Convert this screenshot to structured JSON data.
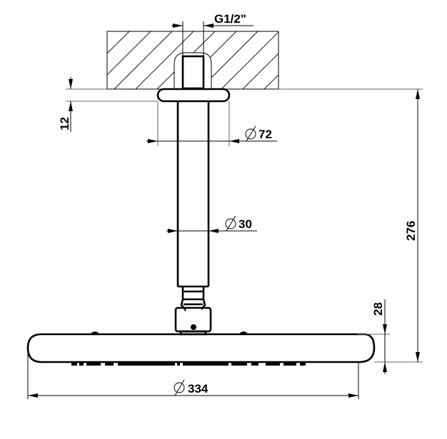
{
  "drawing": {
    "title": "Ceiling-mounted shower head technical drawing",
    "units": "mm",
    "colors": {
      "line": "#000000",
      "background": "#ffffff",
      "extension_line": "#666666"
    }
  },
  "dimensions": {
    "thread": {
      "label": "G1/2\""
    },
    "flange_thickness": {
      "label": "12"
    },
    "flange_diameter": {
      "symbol": "⌀",
      "value": "72"
    },
    "arm_diameter": {
      "symbol": "⌀",
      "value": "30"
    },
    "total_height": {
      "label": "276"
    },
    "head_thickness": {
      "label": "28"
    },
    "head_diameter": {
      "symbol": "⌀",
      "value": "334"
    }
  },
  "components": [
    {
      "name": "ceiling-wall-section",
      "type": "hatched"
    },
    {
      "name": "threaded-connector"
    },
    {
      "name": "ceiling-flange"
    },
    {
      "name": "shower-arm"
    },
    {
      "name": "ball-joint"
    },
    {
      "name": "shower-head"
    },
    {
      "name": "nozzle-row"
    }
  ]
}
